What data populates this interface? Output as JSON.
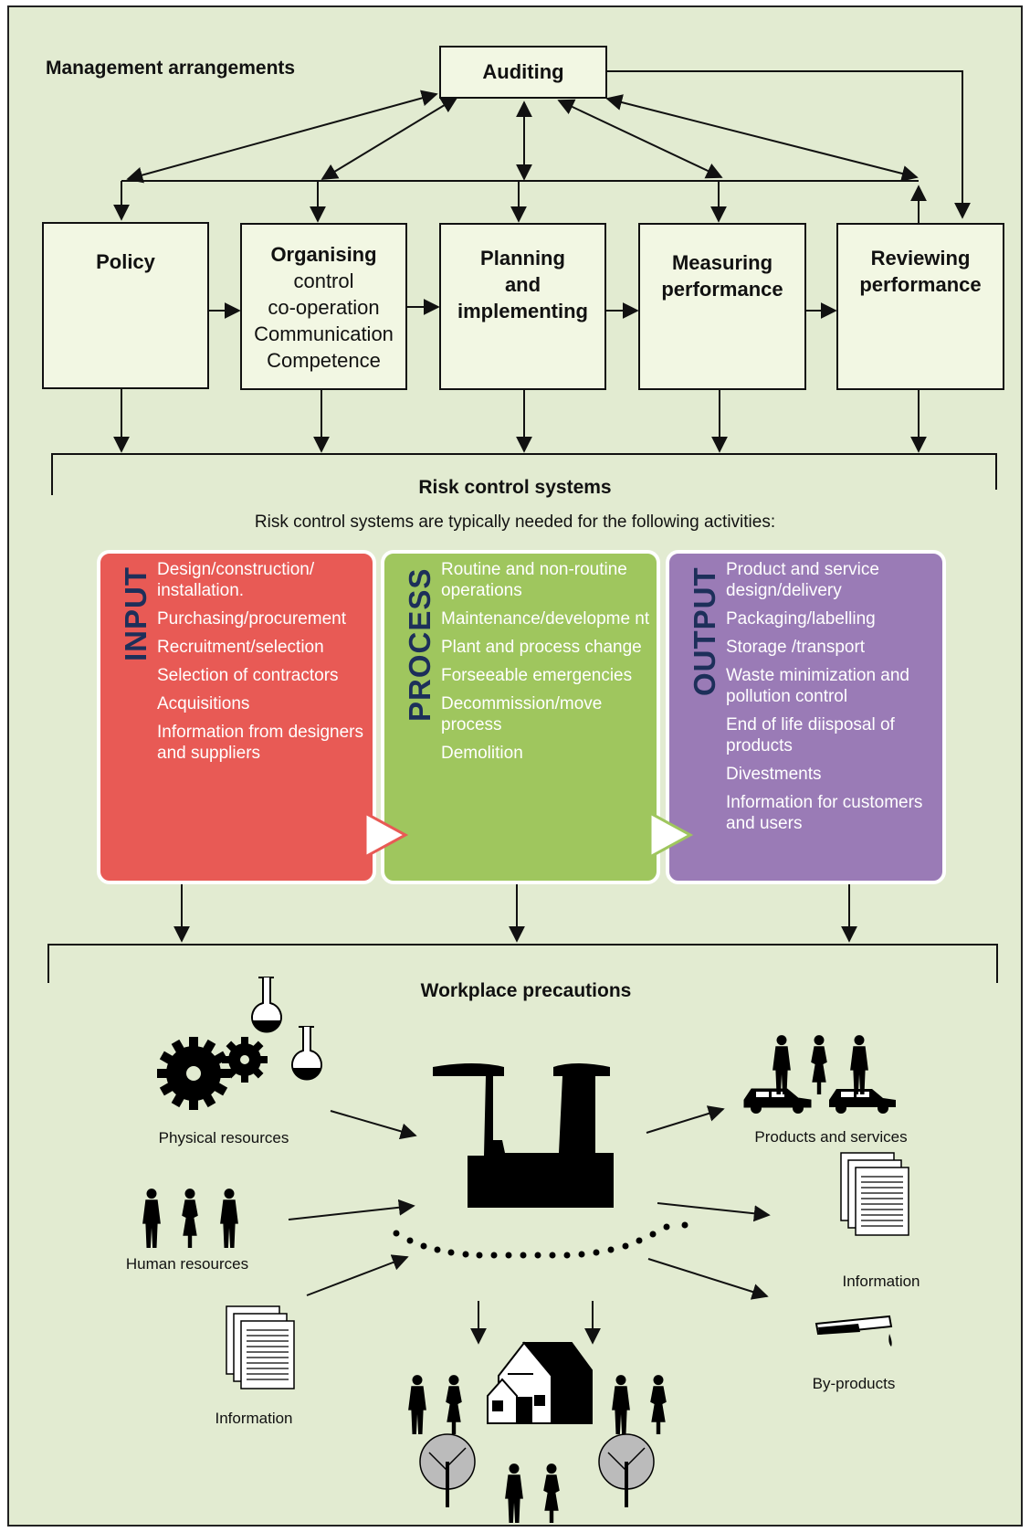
{
  "header": "Management arrangements",
  "auditing": "Auditing",
  "boxes": {
    "policy": "Policy",
    "organising_title": "Organising",
    "organising_items": [
      "control",
      "co-operation",
      "Communication",
      "Competence"
    ],
    "planning": [
      "Planning",
      "and",
      "implementing"
    ],
    "measuring": [
      "Measuring",
      "performance"
    ],
    "reviewing": [
      "Reviewing",
      "performance"
    ]
  },
  "rcs": {
    "title": "Risk control systems",
    "subtitle": "Risk control systems are typically needed for the following activities:"
  },
  "cards": {
    "input": {
      "label": "INPUT",
      "items": [
        "Design/construction/ installation.",
        "Purchasing/procurement",
        "Recruitment/selection",
        "Selection of contractors",
        "Acquisitions",
        "Information from designers and suppliers"
      ]
    },
    "process": {
      "label": "PROCESS",
      "items": [
        "Routine and non-routine operations",
        "Maintenance/developme nt",
        "Plant and process change",
        "Forseeable emergencies",
        "Decommission/move process",
        "Demolition"
      ]
    },
    "output": {
      "label": "OUTPUT",
      "items": [
        "Product and service design/delivery",
        "Packaging/labelling",
        "Storage /transport",
        "Waste minimization and pollution control",
        "End of life diisposal of products",
        "Divestments",
        "Information for customers and users"
      ]
    }
  },
  "workplace": {
    "title": "Workplace precautions",
    "physical": "Physical resources",
    "human": "Human resources",
    "info_in": "Information",
    "products": "Products and services",
    "info_out": "Information",
    "byproducts": "By-products"
  },
  "colors": {
    "background": "#e2ebd1",
    "box_fill": "#f2f7e3",
    "input": "#e85a55",
    "process": "#9fc65e",
    "output": "#9a7bb6",
    "card_label": "#1d2f5a"
  }
}
